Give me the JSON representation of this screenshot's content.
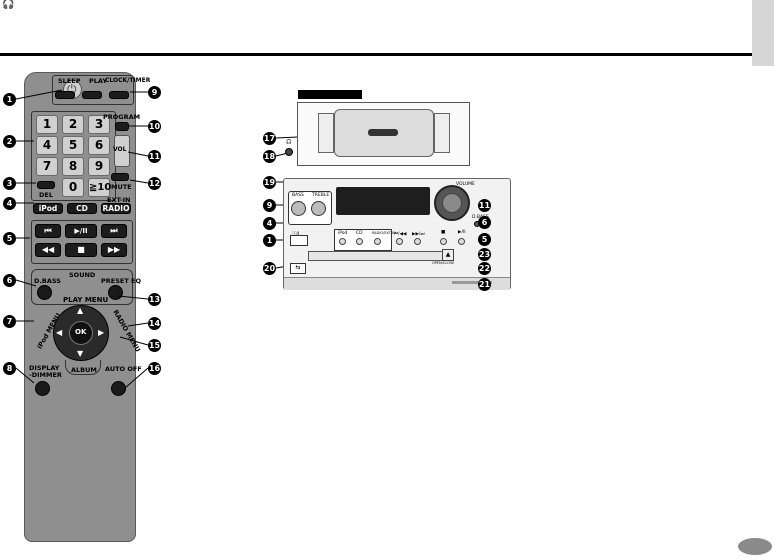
{
  "header": {
    "icon": "headphone-icon"
  },
  "remote": {
    "top_row": [
      "SLEEP",
      "PLAY",
      "CLOCK/TIMER"
    ],
    "program_label": "PROGRAM",
    "numbers": [
      "1",
      "2",
      "3",
      "4",
      "5",
      "6",
      "7",
      "8",
      "9",
      "0",
      "≧10"
    ],
    "del_label": "DEL",
    "vol_label": "VOL",
    "mute_label": "MUTE",
    "extin_label": "EXT-IN",
    "source_buttons": [
      "iPod",
      "CD",
      "RADIO"
    ],
    "transport_symbols": [
      "⏮",
      "▶/II",
      "⏭",
      "◀◀",
      "■",
      "▶▶"
    ],
    "dbass_label": "D.BASS",
    "sound_label": "SOUND",
    "preseteq_label": "PRESET EQ",
    "playmenu_label": "PLAY MENU",
    "ipodmenu_label": "iPod MENU",
    "radiomenu_label": "RADIO MENU",
    "ok_label": "OK",
    "display_label": "DISPLAY\n-DIMMER",
    "album_label": "ALBUM",
    "autooff_label": "AUTO OFF"
  },
  "remote_callouts": [
    "1",
    "2",
    "3",
    "4",
    "5",
    "6",
    "7",
    "8",
    "9",
    "10",
    "11",
    "12",
    "13",
    "14",
    "15",
    "16"
  ],
  "unit": {
    "volume_label": "VOLUME",
    "bass_label": "BASS",
    "treble_label": "TREBLE",
    "power_label": "ⓘ/I",
    "src_labels": [
      "iPod",
      "CD",
      "RADIO/EXT-IN"
    ],
    "skip_labels": [
      "⏮/◀◀",
      "▶▶/⏭"
    ],
    "open_close_label": "OPEN/CLOSE",
    "dbass_label": "D.BASS"
  },
  "unit_callouts": {
    "left": [
      "17",
      "18",
      "19",
      "9",
      "4",
      "1",
      "20"
    ],
    "right": [
      "11",
      "6",
      "5",
      "23",
      "22",
      "21"
    ]
  },
  "page_oval_color": "#8a8a8a"
}
